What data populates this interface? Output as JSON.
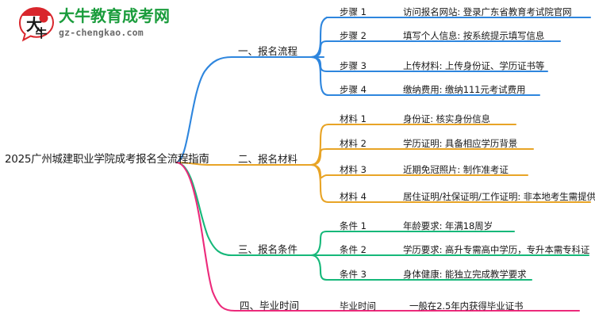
{
  "logo": {
    "mark_text": "大牛",
    "name": "大牛教育成考网",
    "url": "gz-chengkao.com",
    "brand_green": "#1a9c3c",
    "brand_red": "#d9262c"
  },
  "mindmap": {
    "root": "2025广州城建职业学院成考报名全流程指南",
    "branches": [
      {
        "id": "branch-1",
        "label": "一、报名流程",
        "color": "#2e86de",
        "children": [
          {
            "key": "步骤 1",
            "value": "访问报名网站: 登录广东省教育考试院官网"
          },
          {
            "key": "步骤 2",
            "value": "填写个人信息: 按系统提示填写信息"
          },
          {
            "key": "步骤 3",
            "value": "上传材料: 上传身份证、学历证书等"
          },
          {
            "key": "步骤 4",
            "value": "缴纳费用: 缴纳111元考试费用"
          }
        ]
      },
      {
        "id": "branch-2",
        "label": "二、报名材料",
        "color": "#e8a426",
        "children": [
          {
            "key": "材料 1",
            "value": "身份证: 核实身份信息"
          },
          {
            "key": "材料 2",
            "value": "学历证明: 具备相应学历背景"
          },
          {
            "key": "材料 3",
            "value": "近期免冠照片: 制作准考证"
          },
          {
            "key": "材料 4",
            "value": "居住证明/社保证明/工作证明: 非本地考生需提供"
          }
        ]
      },
      {
        "id": "branch-3",
        "label": "三、报名条件",
        "color": "#16b87a",
        "children": [
          {
            "key": "条件 1",
            "value": "年龄要求: 年满18周岁"
          },
          {
            "key": "条件 2",
            "value": "学历要求: 高升专需高中学历，专升本需专科证"
          },
          {
            "key": "条件 3",
            "value": "身体健康: 能独立完成教学要求"
          }
        ]
      },
      {
        "id": "branch-4",
        "label": "四、毕业时间",
        "color": "#ec2a7b",
        "children": [
          {
            "key": "毕业时间",
            "value": "一般在2.5年内获得毕业证书"
          }
        ]
      }
    ]
  }
}
